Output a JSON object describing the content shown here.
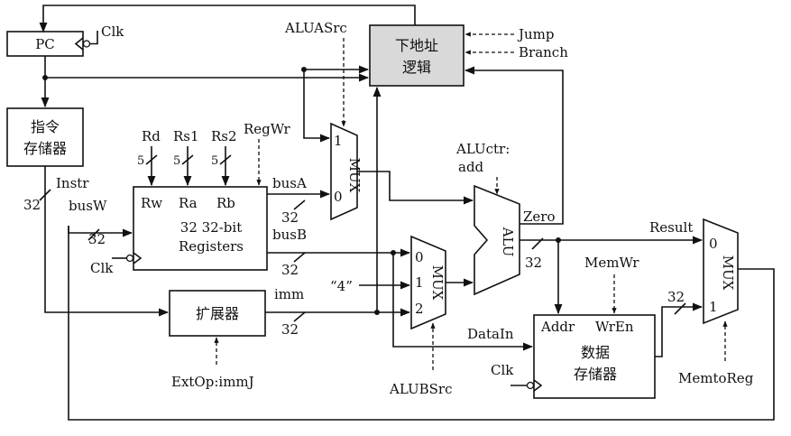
{
  "blocks": {
    "pc": "PC",
    "next_addr_line1": "下地址",
    "next_addr_line2": "逻辑",
    "imem_line1": "指令",
    "imem_line2": "存储器",
    "reg_line1": "32 32-bit",
    "reg_line2": "Registers",
    "ext": "扩展器",
    "alu": "ALU",
    "mux": "MUX",
    "dmem_line1": "数据",
    "dmem_line2": "存储器"
  },
  "ports": {
    "rw": "Rw",
    "ra": "Ra",
    "rb": "Rb",
    "addr": "Addr",
    "wren": "WrEn",
    "mux_in0": "0",
    "mux_in1": "1",
    "mux_in2": "2"
  },
  "signals": {
    "clk": "Clk",
    "jump": "Jump",
    "branch": "Branch",
    "aluasrc": "ALUASrc",
    "rd": "Rd",
    "rs1": "Rs1",
    "rs2": "Rs2",
    "regwr": "RegWr",
    "instr": "Instr",
    "busA": "busA",
    "busB": "busB",
    "busW": "busW",
    "imm": "imm",
    "aluctr": "ALUctr:",
    "aluctr_val": "add",
    "zero": "Zero",
    "result": "Result",
    "memwr": "MemWr",
    "four": "“4”",
    "datain": "DataIn",
    "extop": "ExtOp:immJ",
    "alubsrc": "ALUBSrc",
    "memtoreg": "MemtoReg"
  },
  "widths": {
    "w5": "5",
    "w32": "32"
  }
}
